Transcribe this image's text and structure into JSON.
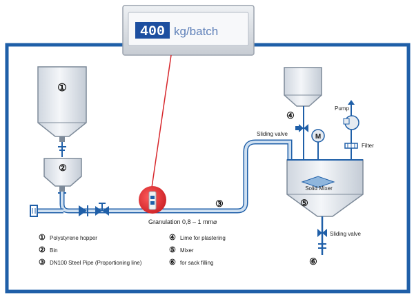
{
  "display": {
    "value": "400",
    "unit": "kg/batch"
  },
  "numbers": {
    "n1": "①",
    "n2": "②",
    "n3": "③",
    "n4": "④",
    "n5": "⑤",
    "n6": "⑥"
  },
  "labels": {
    "sliding_valve_top": "Sliding valve",
    "pump": "Pump",
    "motor": "M",
    "filter": "Filter",
    "solid_mixer": "Solid Mixer",
    "granulation": "Granulation 0,8 – 1 mm⌀",
    "sliding_valve_bottom": "Sliding valve"
  },
  "legend": [
    {
      "num": "①",
      "text": "Polystyrene hopper"
    },
    {
      "num": "②",
      "text": "Bin"
    },
    {
      "num": "③",
      "text": "DN100 Steel Pipe (Proportioning line)"
    },
    {
      "num": "④",
      "text": "Lime for plastering"
    },
    {
      "num": "⑤",
      "text": "Mixer"
    },
    {
      "num": "⑥",
      "text": "for sack filling"
    }
  ],
  "colors": {
    "frame": "#1f5fa8",
    "pipe": "#8fb6dd",
    "pipe_dark": "#1f5fa8",
    "vessel_fill": "#e6ebf1",
    "vessel_stroke": "#7d8a99",
    "sensor": "#d7262b",
    "display_bg": "#dfe3e8",
    "display_digits": "#1d4fa0"
  }
}
